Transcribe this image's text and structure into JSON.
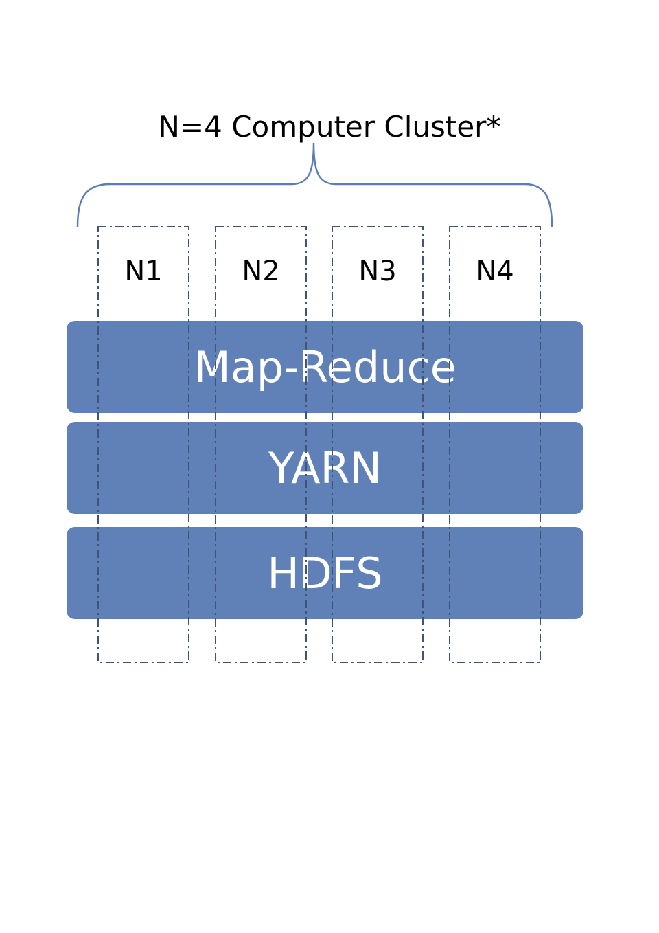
{
  "title": "N=4 Computer Cluster*",
  "nodes": [
    {
      "label": "N1"
    },
    {
      "label": "N2"
    },
    {
      "label": "N3"
    },
    {
      "label": "N4"
    }
  ],
  "layers": [
    {
      "label": "Map-Reduce"
    },
    {
      "label": "YARN"
    },
    {
      "label": "HDFS"
    }
  ],
  "colors": {
    "layer_fill": "#6080B8",
    "brace": "#5B7CB5",
    "node_border": "#3F5478",
    "text": "#000000",
    "layer_text": "#ffffff"
  }
}
